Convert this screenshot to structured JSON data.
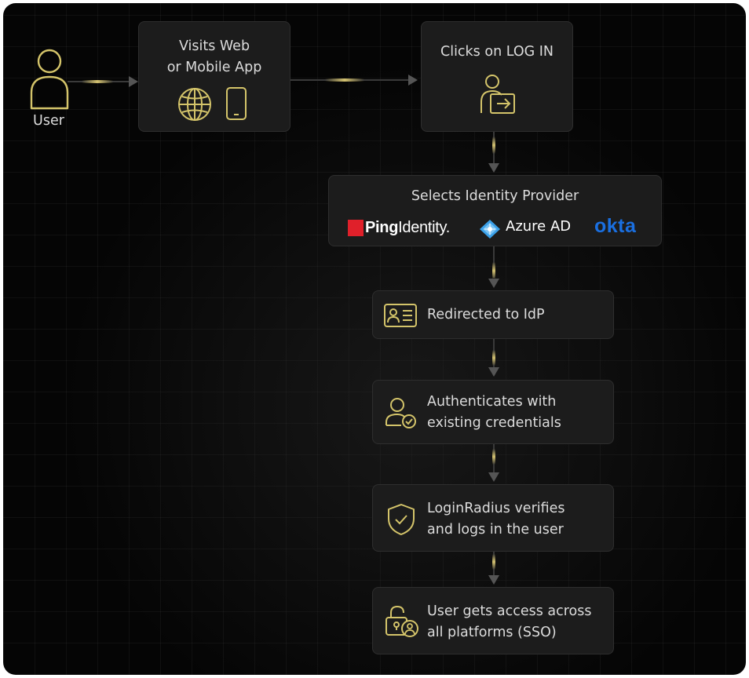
{
  "user_label": "User",
  "step_visit": {
    "line1": "Visits Web",
    "line2": "or Mobile App",
    "icons": [
      "globe-icon",
      "mobile-phone-icon"
    ]
  },
  "step_login": {
    "title": "Clicks on LOG IN",
    "icon": "user-login-icon"
  },
  "step_idp": {
    "title": "Selects Identity Provider",
    "providers": {
      "ping": {
        "bold": "Ping",
        "rest": "Identity."
      },
      "azure": "Azure AD",
      "okta": "okta"
    }
  },
  "step_redirect": {
    "text": "Redirected to IdP",
    "icon": "id-card-icon"
  },
  "step_auth": {
    "line1": "Authenticates with",
    "line2": "existing credentials",
    "icon": "user-check-icon"
  },
  "step_verify": {
    "line1": "LoginRadius verifies",
    "line2": "and logs in the user",
    "icon": "shield-check-icon"
  },
  "step_access": {
    "line1": "User gets access across",
    "line2": "all platforms (SSO)",
    "icon": "unlock-user-icon"
  },
  "colors": {
    "accent": "#d4c46a",
    "card": "#1c1c1c",
    "background": "#050505",
    "okta": "#1a6fe0",
    "ping_red": "#e0202a",
    "azure_blue": "#3aa0e8"
  }
}
